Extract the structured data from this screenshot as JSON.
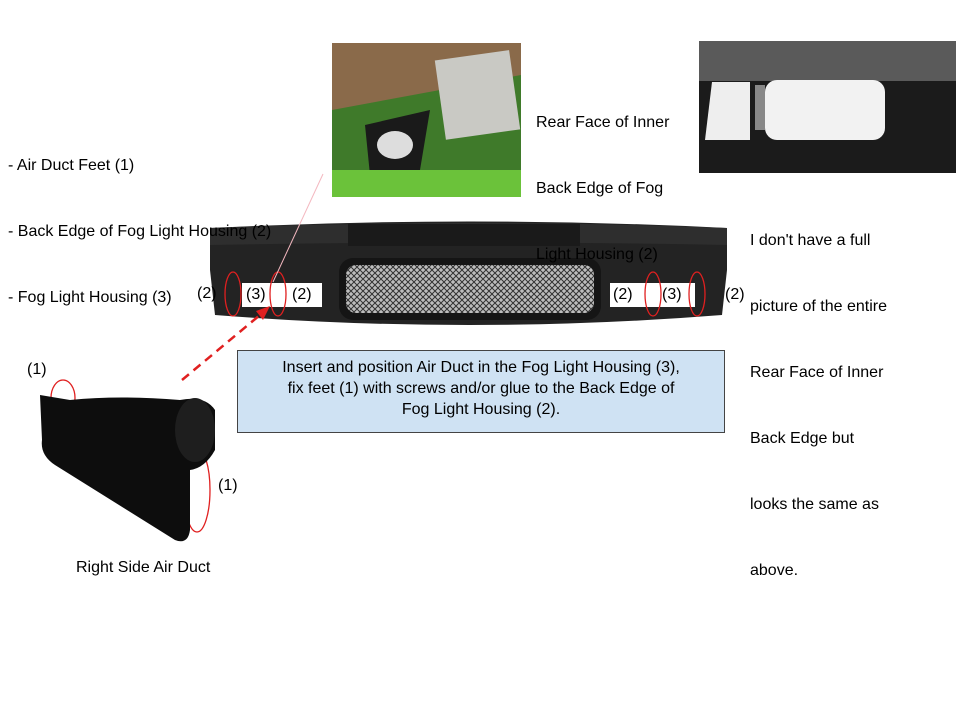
{
  "legend": {
    "lines": [
      "- Air Duct Feet (1)",
      "- Back Edge of Fog Light Housing (2)",
      "- Fog Light Housing (3)"
    ]
  },
  "rear_face_caption": {
    "lines": [
      "Rear Face of Inner",
      "Back Edge of Fog",
      "Light Housing (2)"
    ]
  },
  "note": {
    "lines": [
      "I don't have a full",
      "picture of the entire",
      "Rear Face of Inner",
      "Back Edge but",
      "looks the same as",
      "above."
    ]
  },
  "bumper_labels": [
    "(2)",
    "(3)",
    "(2)",
    "(2)",
    "(3)",
    "(2)"
  ],
  "duct_labels": [
    "(1)",
    "(1)"
  ],
  "callout": {
    "lines": [
      "Insert and position Air Duct in the Fog Light Housing (3),",
      "fix feet (1) with screws and/or glue to the Back Edge of",
      "Fog Light Housing (2)."
    ]
  },
  "duct_caption": "Right Side Air Duct",
  "colors": {
    "callout_bg": "#cfe2f3",
    "marker": "#e02020"
  }
}
